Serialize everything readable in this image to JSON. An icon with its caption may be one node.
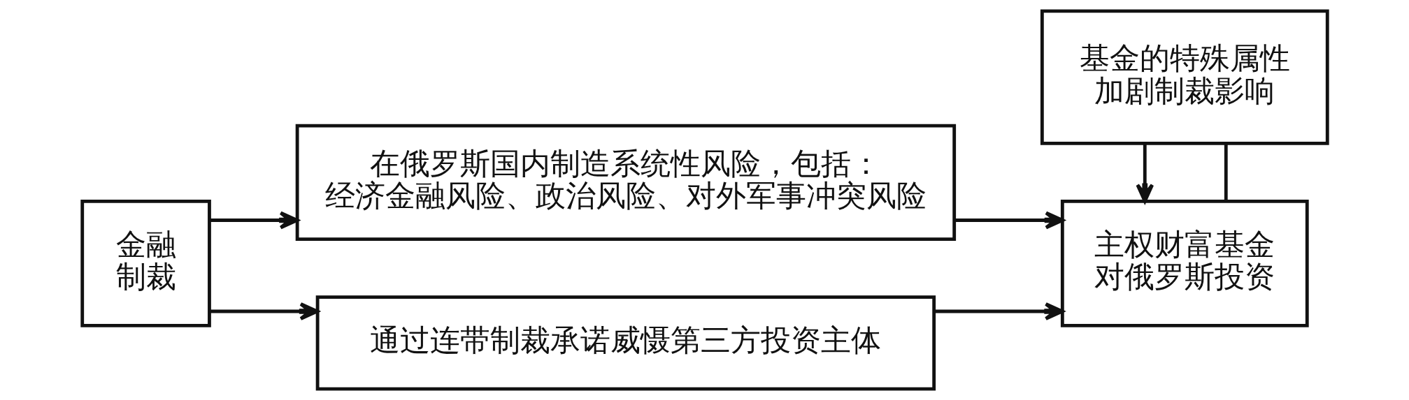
{
  "diagram": {
    "nodes": [
      {
        "text": [
          "金融制裁"
        ]
      },
      {
        "text": [
          "在俄罗斯国内制造系统性风险，包括：",
          "经济金融风险、政治风险、对外军事冲突风险"
        ]
      },
      {
        "text": [
          "通过连带制裁承诺威慑第三方投资主体"
        ]
      },
      {
        "text": [
          "基金的特殊属性加剧制裁影响"
        ]
      },
      {
        "text": [
          "主权财富基金对俄罗斯投资"
        ]
      }
    ],
    "edges": [
      {
        "from": 0,
        "to": 1,
        "arrow": "to"
      },
      {
        "from": 0,
        "to": 2,
        "arrow": "to"
      },
      {
        "from": 1,
        "to": 4,
        "arrow": "to"
      },
      {
        "from": 2,
        "to": 4,
        "arrow": "to"
      },
      {
        "from": 3,
        "to": 4,
        "arrow": "to"
      },
      {
        "from": 3,
        "to": 4,
        "arrow": "none"
      }
    ]
  }
}
